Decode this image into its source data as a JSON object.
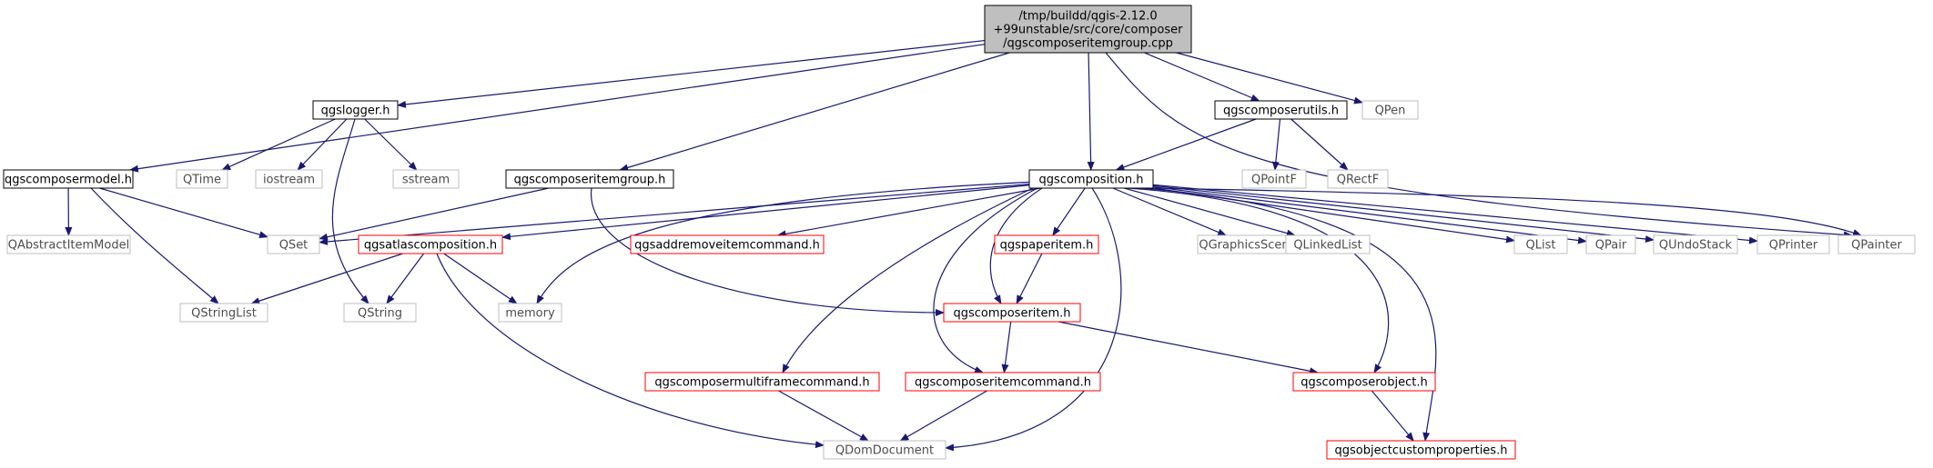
{
  "colors": {
    "edge": "#191970",
    "root_fill": "#bfbfbf",
    "border_black": "#000000",
    "border_red": "#ff0000",
    "border_gray": "#bfbfbf",
    "text_normal": "#000000",
    "text_external": "#4d4d4d"
  },
  "graph": {
    "nodes": [
      {
        "id": "root",
        "kind": "root",
        "lines": [
          "/tmp/buildd/qgis-2.12.0",
          "+99unstable/src/core/composer",
          "/qgscomposeritemgroup.cpp"
        ]
      },
      {
        "id": "qgslogger",
        "kind": "black",
        "lines": [
          "qgslogger.h"
        ]
      },
      {
        "id": "qgscomposerutils",
        "kind": "black",
        "lines": [
          "qgscomposerutils.h"
        ]
      },
      {
        "id": "qpen",
        "kind": "gray",
        "lines": [
          "QPen"
        ]
      },
      {
        "id": "qgscomposermodel",
        "kind": "black",
        "lines": [
          "qgscomposermodel.h"
        ]
      },
      {
        "id": "qtime",
        "kind": "gray",
        "lines": [
          "QTime"
        ]
      },
      {
        "id": "iostream",
        "kind": "gray",
        "lines": [
          "iostream"
        ]
      },
      {
        "id": "sstream",
        "kind": "gray",
        "lines": [
          "sstream"
        ]
      },
      {
        "id": "qgscomposeritemgroup",
        "kind": "black",
        "lines": [
          "qgscomposeritemgroup.h"
        ]
      },
      {
        "id": "qgscomposition",
        "kind": "black",
        "lines": [
          "qgscomposition.h"
        ]
      },
      {
        "id": "qpointf",
        "kind": "gray",
        "lines": [
          "QPointF"
        ]
      },
      {
        "id": "qrectf",
        "kind": "gray",
        "lines": [
          "QRectF"
        ]
      },
      {
        "id": "qabstractitemmodel",
        "kind": "gray",
        "lines": [
          "QAbstractItemModel"
        ]
      },
      {
        "id": "qset",
        "kind": "gray",
        "lines": [
          "QSet"
        ]
      },
      {
        "id": "qgsatlascomposition",
        "kind": "red",
        "lines": [
          "qgsatlascomposition.h"
        ]
      },
      {
        "id": "qgsaddremoveitemcommand",
        "kind": "red",
        "lines": [
          "qgsaddremoveitemcommand.h"
        ]
      },
      {
        "id": "qgspaperitem",
        "kind": "red",
        "lines": [
          "qgspaperitem.h"
        ]
      },
      {
        "id": "qgraphicsscene",
        "kind": "gray",
        "lines": [
          "QGraphicsScene"
        ]
      },
      {
        "id": "qlinkedlist",
        "kind": "gray",
        "lines": [
          "QLinkedList"
        ]
      },
      {
        "id": "qlist",
        "kind": "gray",
        "lines": [
          "QList"
        ]
      },
      {
        "id": "qpair",
        "kind": "gray",
        "lines": [
          "QPair"
        ]
      },
      {
        "id": "qundostack",
        "kind": "gray",
        "lines": [
          "QUndoStack"
        ]
      },
      {
        "id": "qprinter",
        "kind": "gray",
        "lines": [
          "QPrinter"
        ]
      },
      {
        "id": "qpainter",
        "kind": "gray",
        "lines": [
          "QPainter"
        ]
      },
      {
        "id": "qstringlist",
        "kind": "gray",
        "lines": [
          "QStringList"
        ]
      },
      {
        "id": "qstring",
        "kind": "gray",
        "lines": [
          "QString"
        ]
      },
      {
        "id": "memory",
        "kind": "gray",
        "lines": [
          "memory"
        ]
      },
      {
        "id": "qgscomposeritem",
        "kind": "red",
        "lines": [
          "qgscomposeritem.h"
        ]
      },
      {
        "id": "qgscomposermultiframecommand",
        "kind": "red",
        "lines": [
          "qgscomposermultiframecommand.h"
        ]
      },
      {
        "id": "qgscomposeritemcommand",
        "kind": "red",
        "lines": [
          "qgscomposeritemcommand.h"
        ]
      },
      {
        "id": "qgscomposerobject",
        "kind": "red",
        "lines": [
          "qgscomposerobject.h"
        ]
      },
      {
        "id": "qdomdocument",
        "kind": "gray",
        "lines": [
          "QDomDocument"
        ]
      },
      {
        "id": "qgsobjectcustomproperties",
        "kind": "red",
        "lines": [
          "qgsobjectcustomproperties.h"
        ]
      }
    ],
    "edges": [
      [
        "root",
        "qgslogger"
      ],
      [
        "root",
        "qgscomposerutils"
      ],
      [
        "root",
        "qpen"
      ],
      [
        "root",
        "qgscomposermodel"
      ],
      [
        "root",
        "qgscomposeritemgroup"
      ],
      [
        "root",
        "qgscomposition"
      ],
      [
        "root",
        "qpainter"
      ],
      [
        "qgslogger",
        "qtime"
      ],
      [
        "qgslogger",
        "iostream"
      ],
      [
        "qgslogger",
        "sstream"
      ],
      [
        "qgslogger",
        "qstring"
      ],
      [
        "qgscomposerutils",
        "qgscomposition"
      ],
      [
        "qgscomposerutils",
        "qpointf"
      ],
      [
        "qgscomposerutils",
        "qrectf"
      ],
      [
        "qgscomposermodel",
        "qabstractitemmodel"
      ],
      [
        "qgscomposermodel",
        "qset"
      ],
      [
        "qgscomposermodel",
        "qstringlist"
      ],
      [
        "qgscomposeritemgroup",
        "qset"
      ],
      [
        "qgscomposeritemgroup",
        "qgscomposeritem"
      ],
      [
        "qgscomposition",
        "qset"
      ],
      [
        "qgscomposition",
        "qgsatlascomposition"
      ],
      [
        "qgscomposition",
        "qgsaddremoveitemcommand"
      ],
      [
        "qgscomposition",
        "qgspaperitem"
      ],
      [
        "qgscomposition",
        "qgraphicsscene"
      ],
      [
        "qgscomposition",
        "qlinkedlist"
      ],
      [
        "qgscomposition",
        "qlist"
      ],
      [
        "qgscomposition",
        "qpair"
      ],
      [
        "qgscomposition",
        "qundostack"
      ],
      [
        "qgscomposition",
        "qprinter"
      ],
      [
        "qgscomposition",
        "qpainter"
      ],
      [
        "qgscomposition",
        "memory"
      ],
      [
        "qgscomposition",
        "qgscomposeritem"
      ],
      [
        "qgscomposition",
        "qgscomposermultiframecommand"
      ],
      [
        "qgscomposition",
        "qgscomposeritemcommand"
      ],
      [
        "qgscomposition",
        "qgscomposerobject"
      ],
      [
        "qgscomposition",
        "qdomdocument"
      ],
      [
        "qgscomposition",
        "qgsobjectcustomproperties"
      ],
      [
        "qgsatlascomposition",
        "qstringlist"
      ],
      [
        "qgsatlascomposition",
        "qstring"
      ],
      [
        "qgsatlascomposition",
        "memory"
      ],
      [
        "qgsatlascomposition",
        "qdomdocument"
      ],
      [
        "qgspaperitem",
        "qgscomposeritem"
      ],
      [
        "qgscomposeritem",
        "qgscomposeritemcommand"
      ],
      [
        "qgscomposeritem",
        "qgscomposerobject"
      ],
      [
        "qgscomposermultiframecommand",
        "qdomdocument"
      ],
      [
        "qgscomposeritemcommand",
        "qdomdocument"
      ],
      [
        "qgscomposerobject",
        "qgsobjectcustomproperties"
      ]
    ]
  }
}
